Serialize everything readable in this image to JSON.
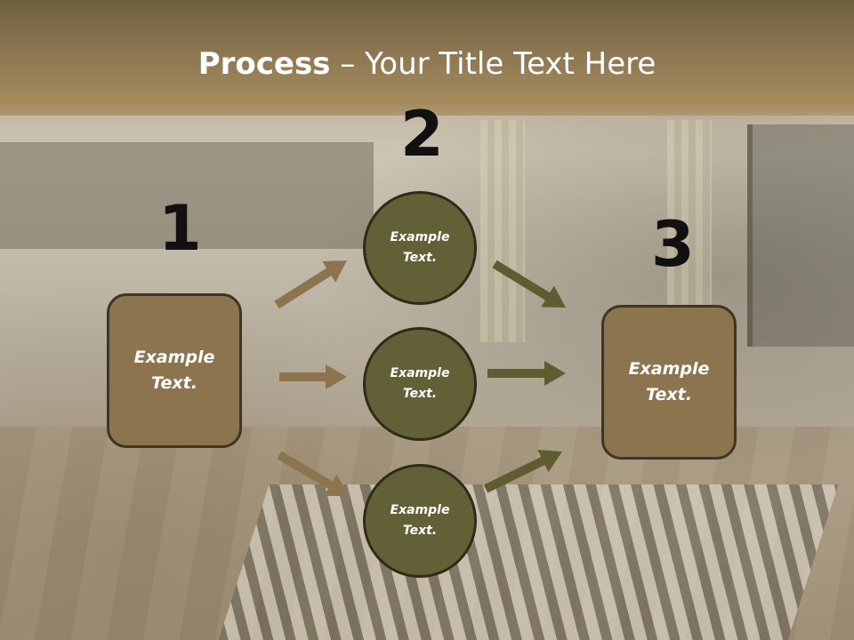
{
  "title": {
    "bold": "Process",
    "rest": " – Your Title Text Here"
  },
  "numbers": [
    "1",
    "2",
    "3"
  ],
  "left_box": {
    "label": "Example\nText."
  },
  "circles": [
    {
      "label": "Example\nText."
    },
    {
      "label": "Example\nText."
    },
    {
      "label": "Example\nText."
    }
  ],
  "right_box": {
    "label": "Example\nText."
  },
  "colors": {
    "box_fill": "#8c744f",
    "circle_fill": "#626036",
    "arrow_left": "#8c744f",
    "arrow_right": "#5e5c30"
  }
}
